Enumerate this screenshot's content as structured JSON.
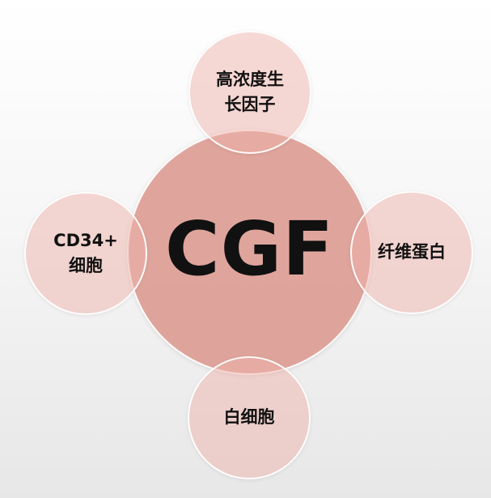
{
  "diagram": {
    "center": {
      "label": "CGF"
    },
    "satellites": {
      "top": {
        "line1": "高浓度生",
        "line2": "长因子"
      },
      "left": {
        "line1": "CD34+",
        "line2": "细胞"
      },
      "right": {
        "label": "纤维蛋白"
      },
      "bottom": {
        "label": "白细胞"
      }
    },
    "colors": {
      "center_fill": "#DB968C",
      "satellite_fill": "#EEB2AA",
      "stroke": "#FFFFFF",
      "text": "#111111"
    }
  }
}
